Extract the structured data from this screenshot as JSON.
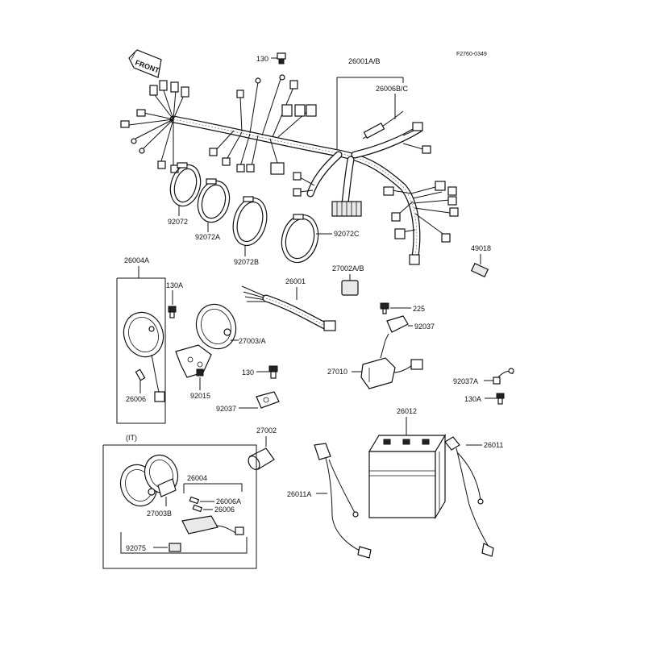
{
  "figure_code": "F2760-0349",
  "front_label": "FRONT",
  "labels": {
    "l130_top": "130",
    "l26001AB": "26001A/B",
    "l26006BC": "26006B/C",
    "l92072": "92072",
    "l92072A": "92072A",
    "l92072B": "92072B",
    "l92072C": "92072C",
    "l49018": "49018",
    "l26004A": "26004A",
    "l130A_left": "130A",
    "l27003A": "27003/A",
    "l26006": "26006",
    "l92015": "92015",
    "l130_mid": "130",
    "l92037_mid": "92037",
    "l26001": "26001",
    "l27002AB": "27002A/B",
    "l225": "225",
    "l92037_right": "92037",
    "l27010": "27010",
    "l92037A": "92037A",
    "l130A_right": "130A",
    "lIT": "(IT)",
    "l27002": "27002",
    "l26012": "26012",
    "l26011": "26011",
    "l26011A": "26011A",
    "l26004_it": "26004",
    "l26006A_it": "26006A",
    "l26006_it": "26006",
    "l27003B": "27003B",
    "l92075": "92075"
  }
}
